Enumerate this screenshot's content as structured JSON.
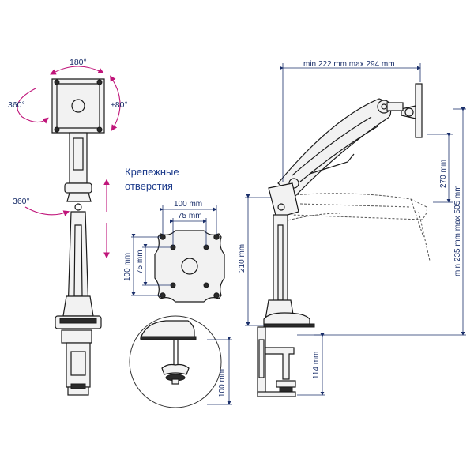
{
  "labels": {
    "rot_top": "180°",
    "rot_left": "360°",
    "rot_right": "±80°",
    "rot_arm": "360°",
    "holes_title_line1": "Крепежные",
    "holes_title_line2": "отверстия",
    "vesa_width_outer": "100 mm",
    "vesa_width_inner": "75 mm",
    "vesa_height_outer": "100 mm",
    "vesa_height_inner": "75 mm",
    "arm_reach": "min 222 mm max 294 mm",
    "arm_vertical_travel": "270 mm",
    "arm_total_height": "min 235 mm max 505 mm",
    "pole_height": "210 mm",
    "clamp_height": "114 mm",
    "desk_thickness": "100 mm"
  },
  "colors": {
    "dimension_text": "#1a2f6a",
    "rotation_arrows": "#c0157a",
    "outline": "#1a1a1a"
  }
}
